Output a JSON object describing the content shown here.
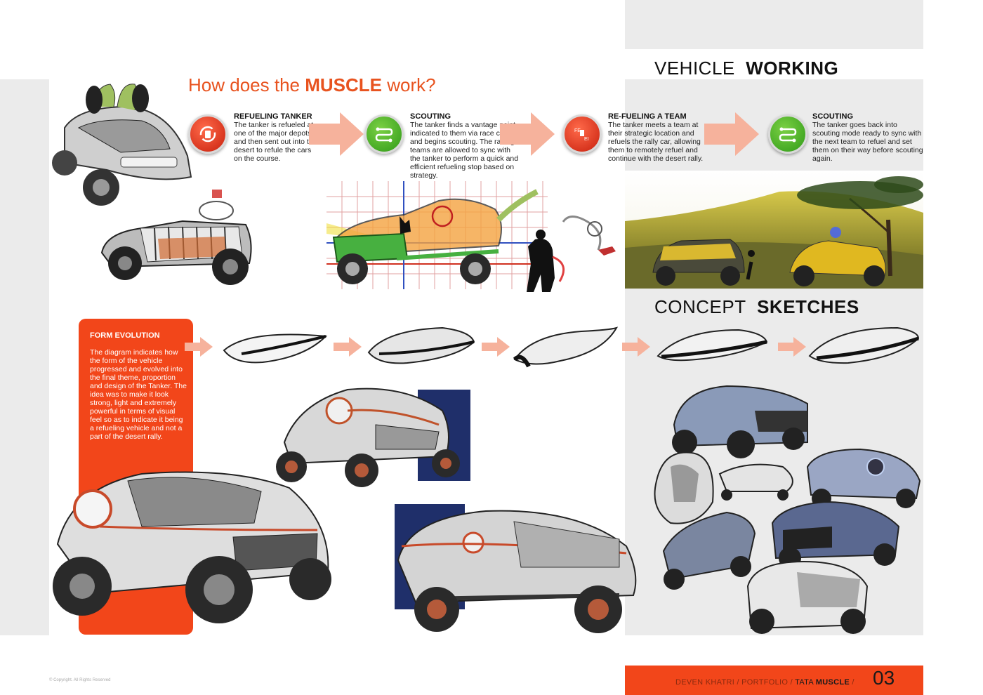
{
  "heading_working": {
    "light": "VEHICLE",
    "bold": "WORKING"
  },
  "heading_sketches": {
    "light": "CONCEPT",
    "bold": "SKETCHES"
  },
  "main_title": {
    "pre": "How does the ",
    "bold": "MUSCLE",
    "post": " work?"
  },
  "steps": [
    {
      "title": "REFUELING TANKER",
      "body": "The tanker is refueled at one of the major depots and then sent out into the desert to refule the cars on the course.",
      "icon": "fuel-cycle-icon",
      "color": "#d9261a"
    },
    {
      "title": "SCOUTING",
      "body": "The tanker finds a vantage point indicated to them via race control and begins scouting. The racing teams are allowed to sync with the tanker to perform a quick and efficient refueling stop based on strategy.",
      "icon": "route-icon",
      "color": "#3fa51f"
    },
    {
      "title": "RE-FUELING A TEAM",
      "body": "The tanker meets a team at their strategic location and refuels the rally car, allowing them to remotely refuel and continue with the desert rally.",
      "icon": "fuel-gauge-icon",
      "color": "#d9261a"
    },
    {
      "title": "SCOUTING",
      "body": "The tanker goes back into scouting mode ready to sync with the next team to refuel and set them on their way before scouting again.",
      "icon": "route-icon",
      "color": "#3fa51f"
    }
  ],
  "form_evolution": {
    "title": "FORM EVOLUTION",
    "body": "The diagram indicates how the form of the vehicle progressed and evolved into the final theme, proportion and design of the Tanker. The idea was to make it look strong, light and extremely powerful in terms of visual feel so as to indicate it being a refueling vehicle and not a part of the desert rally."
  },
  "footer": {
    "author": "DEVEN KHATRI",
    "sep": "/",
    "portfolio": "PORTFOLIO",
    "project_light": "TATA",
    "project_bold": "MUSCLE",
    "page": "03",
    "copyright": "© Copyright. All Rights Reserved"
  },
  "colors": {
    "accent": "#f2461a",
    "title": "#e8531f",
    "arrow": "#f6b29c",
    "band": "#ebebeb"
  }
}
